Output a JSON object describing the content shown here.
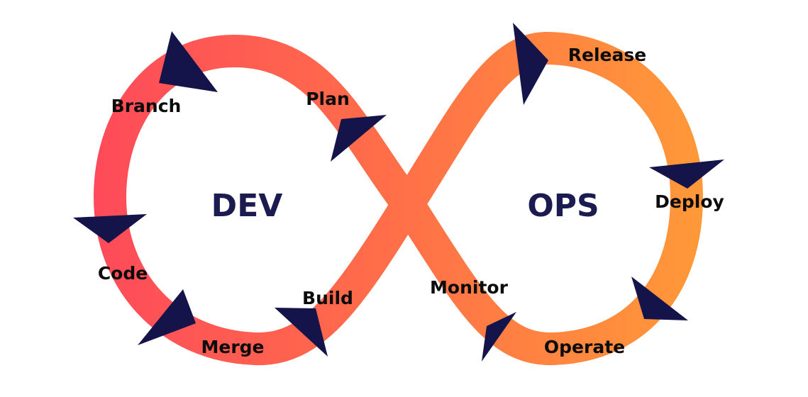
{
  "loops": {
    "dev": {
      "title": "DEV"
    },
    "ops": {
      "title": "OPS"
    }
  },
  "stages": {
    "plan": "Plan",
    "build": "Build",
    "merge": "Merge",
    "code": "Code",
    "branch": "Branch",
    "release": "Release",
    "deploy": "Deploy",
    "operate": "Operate",
    "monitor": "Monitor"
  },
  "colors": {
    "gradient_start": "#fe4a5a",
    "gradient_mid": "#ff7048",
    "gradient_end": "#ff9a38",
    "arrow": "#14134a",
    "title": "#1b1b50",
    "label": "#0c0c0c",
    "background": "#ffffff"
  },
  "icons": {
    "flow_arrow": "triangle-arrow-icon"
  }
}
